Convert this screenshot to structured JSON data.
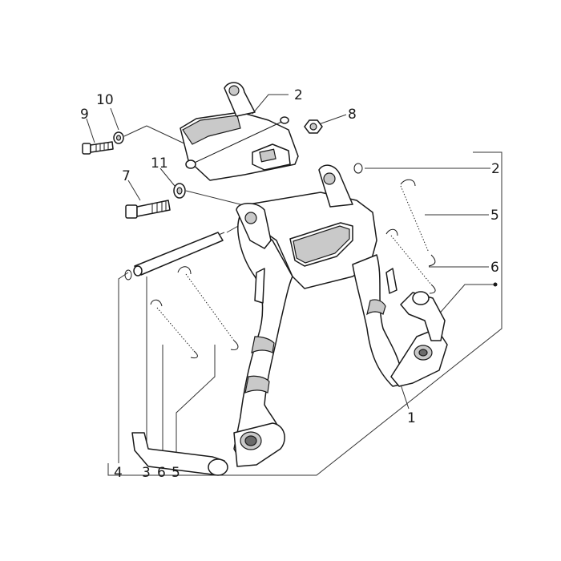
{
  "diagram": {
    "callouts": {
      "c1": "1",
      "c2a": "2",
      "c2b": "2",
      "c3": "3",
      "c4": "4",
      "c5a": "5",
      "c5b": "5",
      "c6a": "6",
      "c6b": "6",
      "c7": "7",
      "c8": "8",
      "c9": "9",
      "c10": "10",
      "c11": "11"
    }
  }
}
